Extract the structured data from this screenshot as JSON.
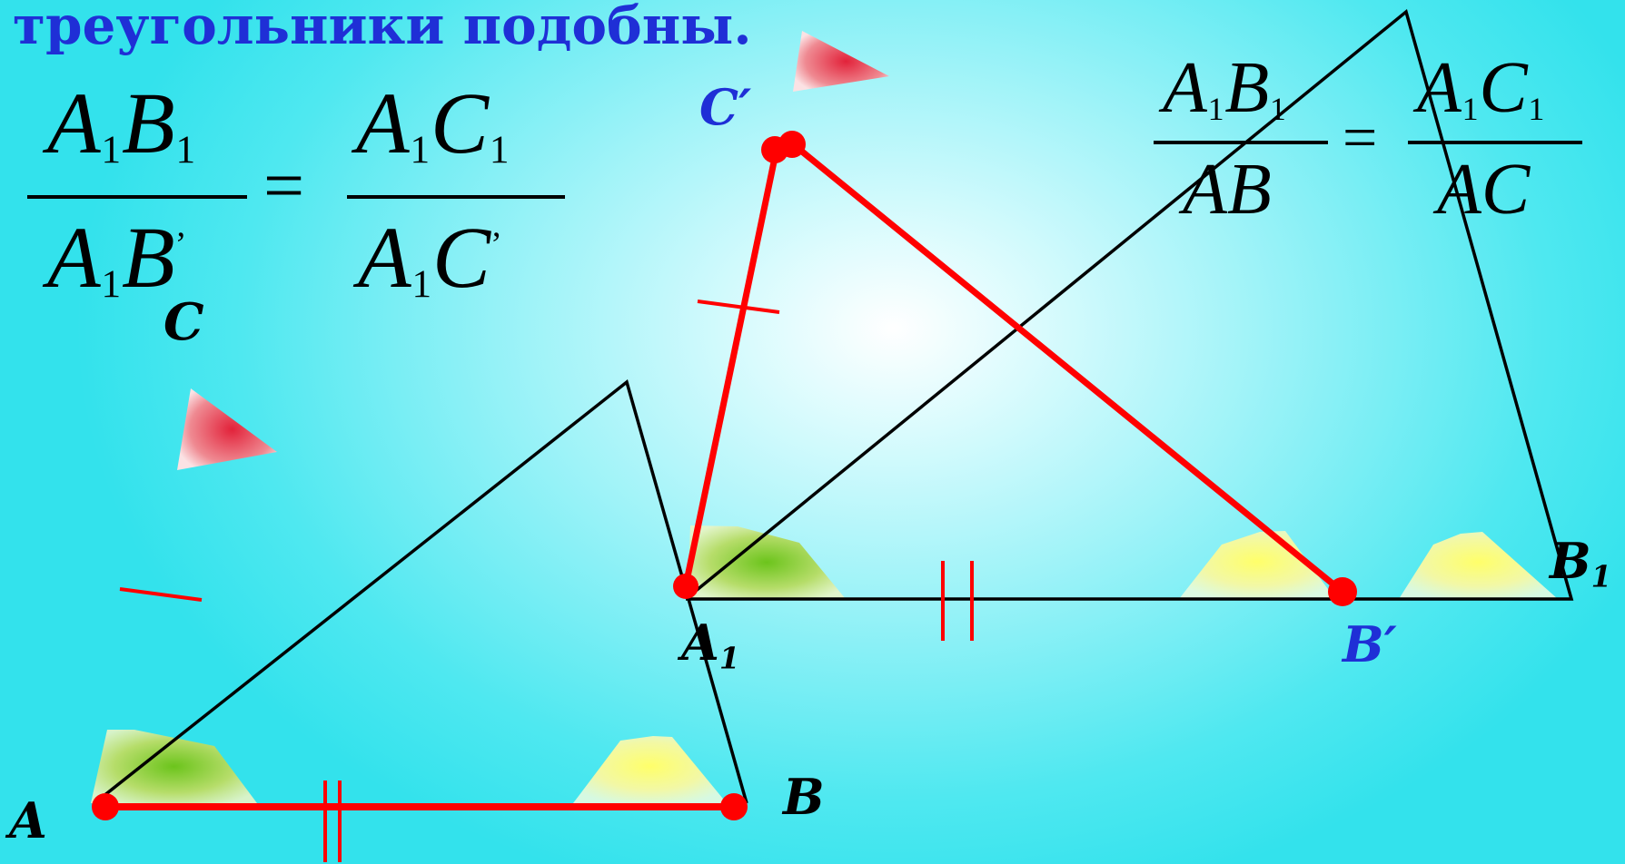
{
  "title": "треугольники подобны.",
  "formula_left": {
    "lhs": {
      "num": [
        "A",
        "1",
        "B",
        "1"
      ],
      "den": [
        "A",
        "1",
        "B",
        "’"
      ]
    },
    "equals": "=",
    "rhs": {
      "num": [
        "A",
        "1",
        "C",
        "1"
      ],
      "den": [
        "A",
        "1",
        "C",
        "’"
      ]
    }
  },
  "formula_right": {
    "lhs": {
      "num": [
        "A",
        "1",
        "B",
        "1"
      ],
      "den": "AB"
    },
    "equals": "=",
    "rhs": {
      "num": [
        "A",
        "1",
        "C",
        "1"
      ],
      "den": "AC"
    }
  },
  "labels": {
    "A": "A",
    "B": "B",
    "C": "C",
    "A1": "A",
    "A1_sub": "1",
    "B1": "B",
    "B1_sub": "1",
    "C_prime": "C′",
    "B_prime": "B′"
  },
  "colors": {
    "title": "#1f2fd6",
    "label_blue": "#1f2fd6",
    "segment": "#ff0000",
    "outline": "#000000"
  }
}
